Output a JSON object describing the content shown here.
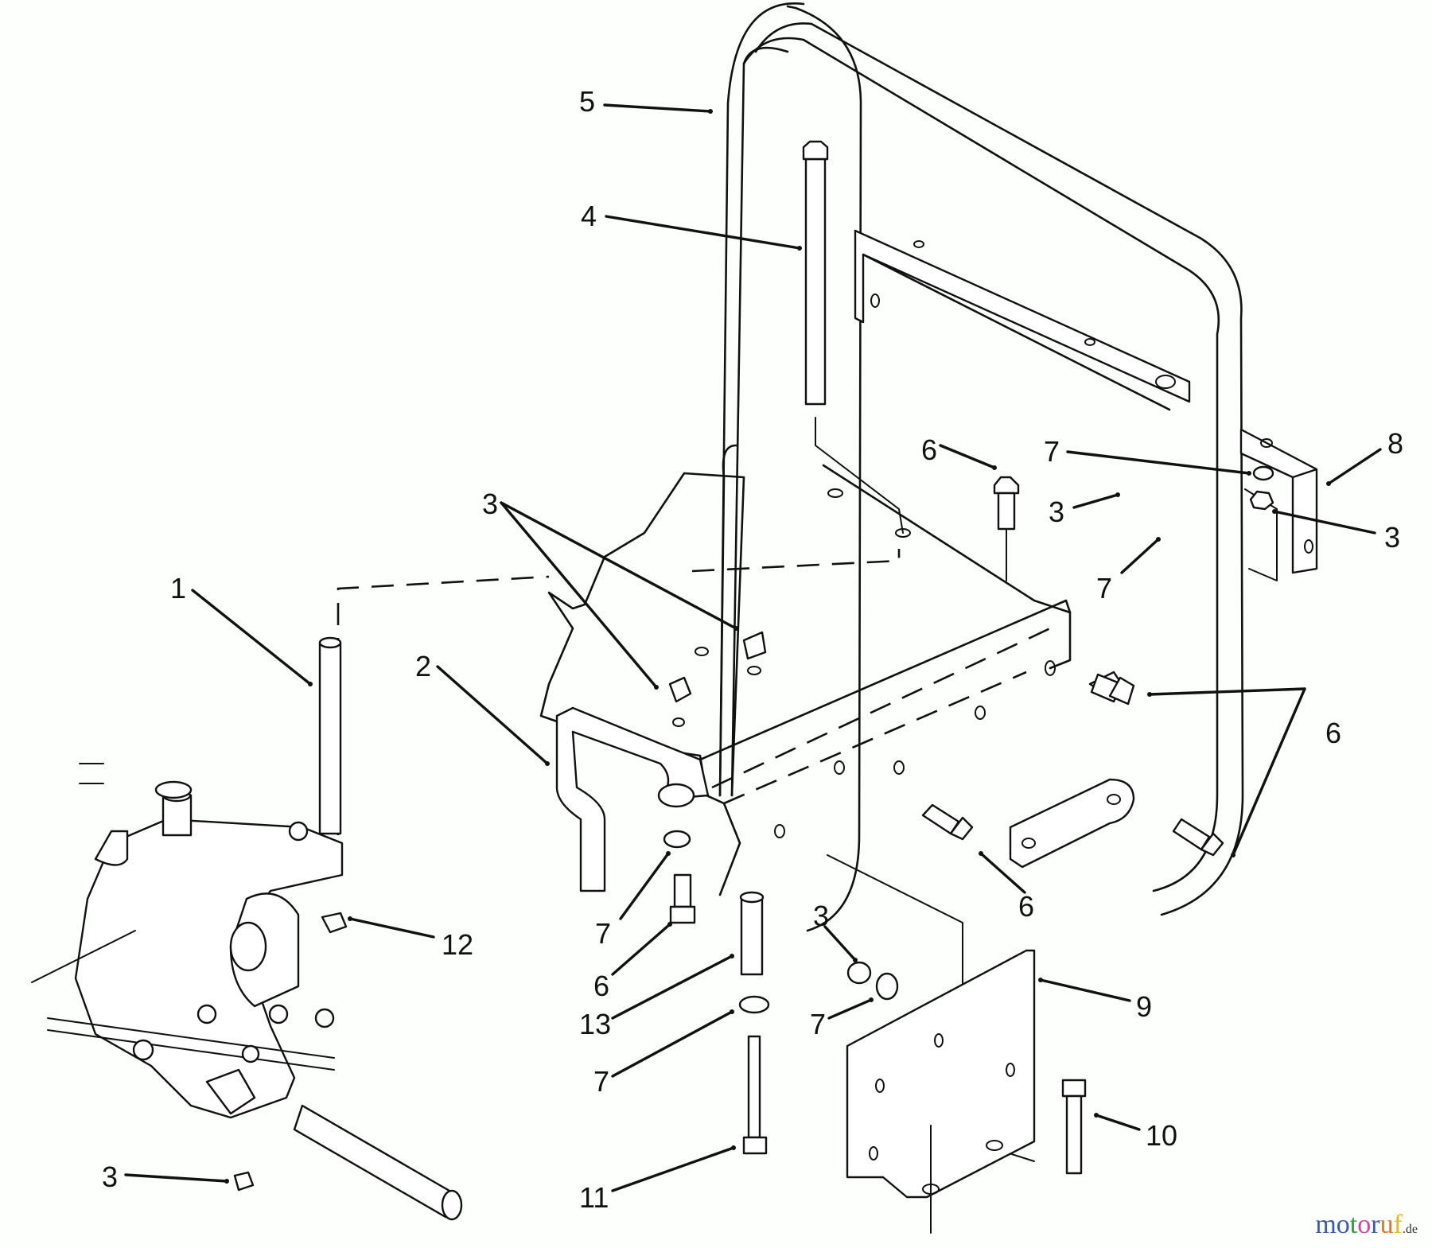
{
  "diagram": {
    "title": "Parts diagram - frame / bracket assembly",
    "callouts": [
      {
        "id": "c1",
        "label": "1"
      },
      {
        "id": "c2",
        "label": "2"
      },
      {
        "id": "c3a",
        "label": "3"
      },
      {
        "id": "c3b",
        "label": "3"
      },
      {
        "id": "c3c",
        "label": "3"
      },
      {
        "id": "c3d",
        "label": "3"
      },
      {
        "id": "c3e",
        "label": "3"
      },
      {
        "id": "c4",
        "label": "4"
      },
      {
        "id": "c5",
        "label": "5"
      },
      {
        "id": "c6a",
        "label": "6"
      },
      {
        "id": "c6b",
        "label": "6"
      },
      {
        "id": "c6c",
        "label": "6"
      },
      {
        "id": "c6d",
        "label": "6"
      },
      {
        "id": "c7a",
        "label": "7"
      },
      {
        "id": "c7b",
        "label": "7"
      },
      {
        "id": "c7c",
        "label": "7"
      },
      {
        "id": "c7d",
        "label": "7"
      },
      {
        "id": "c7e",
        "label": "7"
      },
      {
        "id": "c8",
        "label": "8"
      },
      {
        "id": "c9",
        "label": "9"
      },
      {
        "id": "c10",
        "label": "10"
      },
      {
        "id": "c11",
        "label": "11"
      },
      {
        "id": "c12",
        "label": "12"
      },
      {
        "id": "c13",
        "label": "13"
      }
    ]
  },
  "watermark": {
    "letters": [
      {
        "ch": "m",
        "color": "#3b5aa8"
      },
      {
        "ch": "o",
        "color": "#3b5aa8"
      },
      {
        "ch": "t",
        "color": "#2e9b3a"
      },
      {
        "ch": "o",
        "color": "#d6449a"
      },
      {
        "ch": "r",
        "color": "#3b5aa8"
      },
      {
        "ch": "u",
        "color": "#e0762a"
      },
      {
        "ch": "f",
        "color": "#e8b81a"
      }
    ],
    "tld": ".de"
  }
}
